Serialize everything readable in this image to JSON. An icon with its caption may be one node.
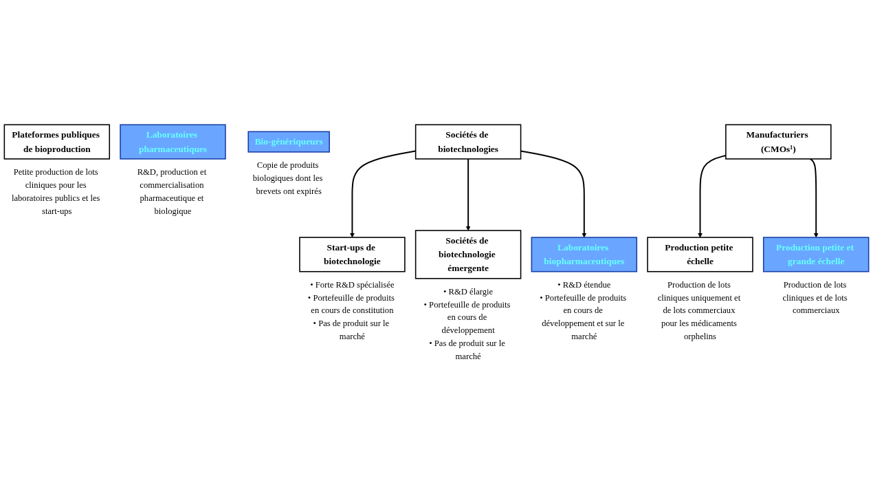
{
  "diagram": {
    "nodes": [
      {
        "text": [
          "Plateformes publiques de bioproduction"
        ],
        "beside": [
          "Petite production de lots cliniques pour les laboratoires publics et les start-ups"
        ]
      },
      {
        "text": [
          "Sociétés de biotechnologies"
        ]
      },
      {
        "text": [
          "Laboratoires pharmaceutiques"
        ],
        "beside": [
          "R&D, production et commercialisation pharmaceutique et biologique"
        ]
      },
      {
        "text": [
          "Bio-génériqueurs"
        ],
        "beside": [
          "Copie de produits biologiques dont les brevets ont expirés"
        ]
      },
      {
        "text": [
          "Manufacturiers (CMOs¹)"
        ]
      },
      {
        "text": [
          "Start-ups de biotechnologie"
        ],
        "beside": [
          "• Forte R&D spécialisée",
          "• Portefeuille de produits en cours de constitution",
          "• Pas de produit sur le marché"
        ]
      },
      {
        "text": [
          "Sociétés de biotechnologie émergente"
        ],
        "beside": [
          "• R&D élargie",
          "• Portefeuille de produits en cours de développement",
          "• Pas de produit sur le marché"
        ]
      },
      {
        "text": [
          "Laboratoires biopharmaceutiques"
        ],
        "beside": [
          "• R&D étendue",
          "• Portefeuille de produits en cours de développement et sur le marché"
        ]
      },
      {
        "text": [
          "Production petite échelle"
        ],
        "beside": [
          "Production de lots cliniques uniquement et de lots commerciaux pour les médicaments orphelins"
        ]
      },
      {
        "text": [
          "Production petite et grande échelle"
        ],
        "beside": [
          "Production de lots cliniques et de lots commerciaux"
        ]
      }
    ],
    "edges": [
      {
        "from": 1,
        "to": 5,
        "arrow": "to"
      },
      {
        "from": 1,
        "to": 6,
        "arrow": "to"
      },
      {
        "from": 1,
        "to": 7,
        "arrow": "to"
      },
      {
        "from": 4,
        "to": 8,
        "arrow": "to"
      },
      {
        "from": 4,
        "to": 9,
        "arrow": "to"
      }
    ]
  }
}
